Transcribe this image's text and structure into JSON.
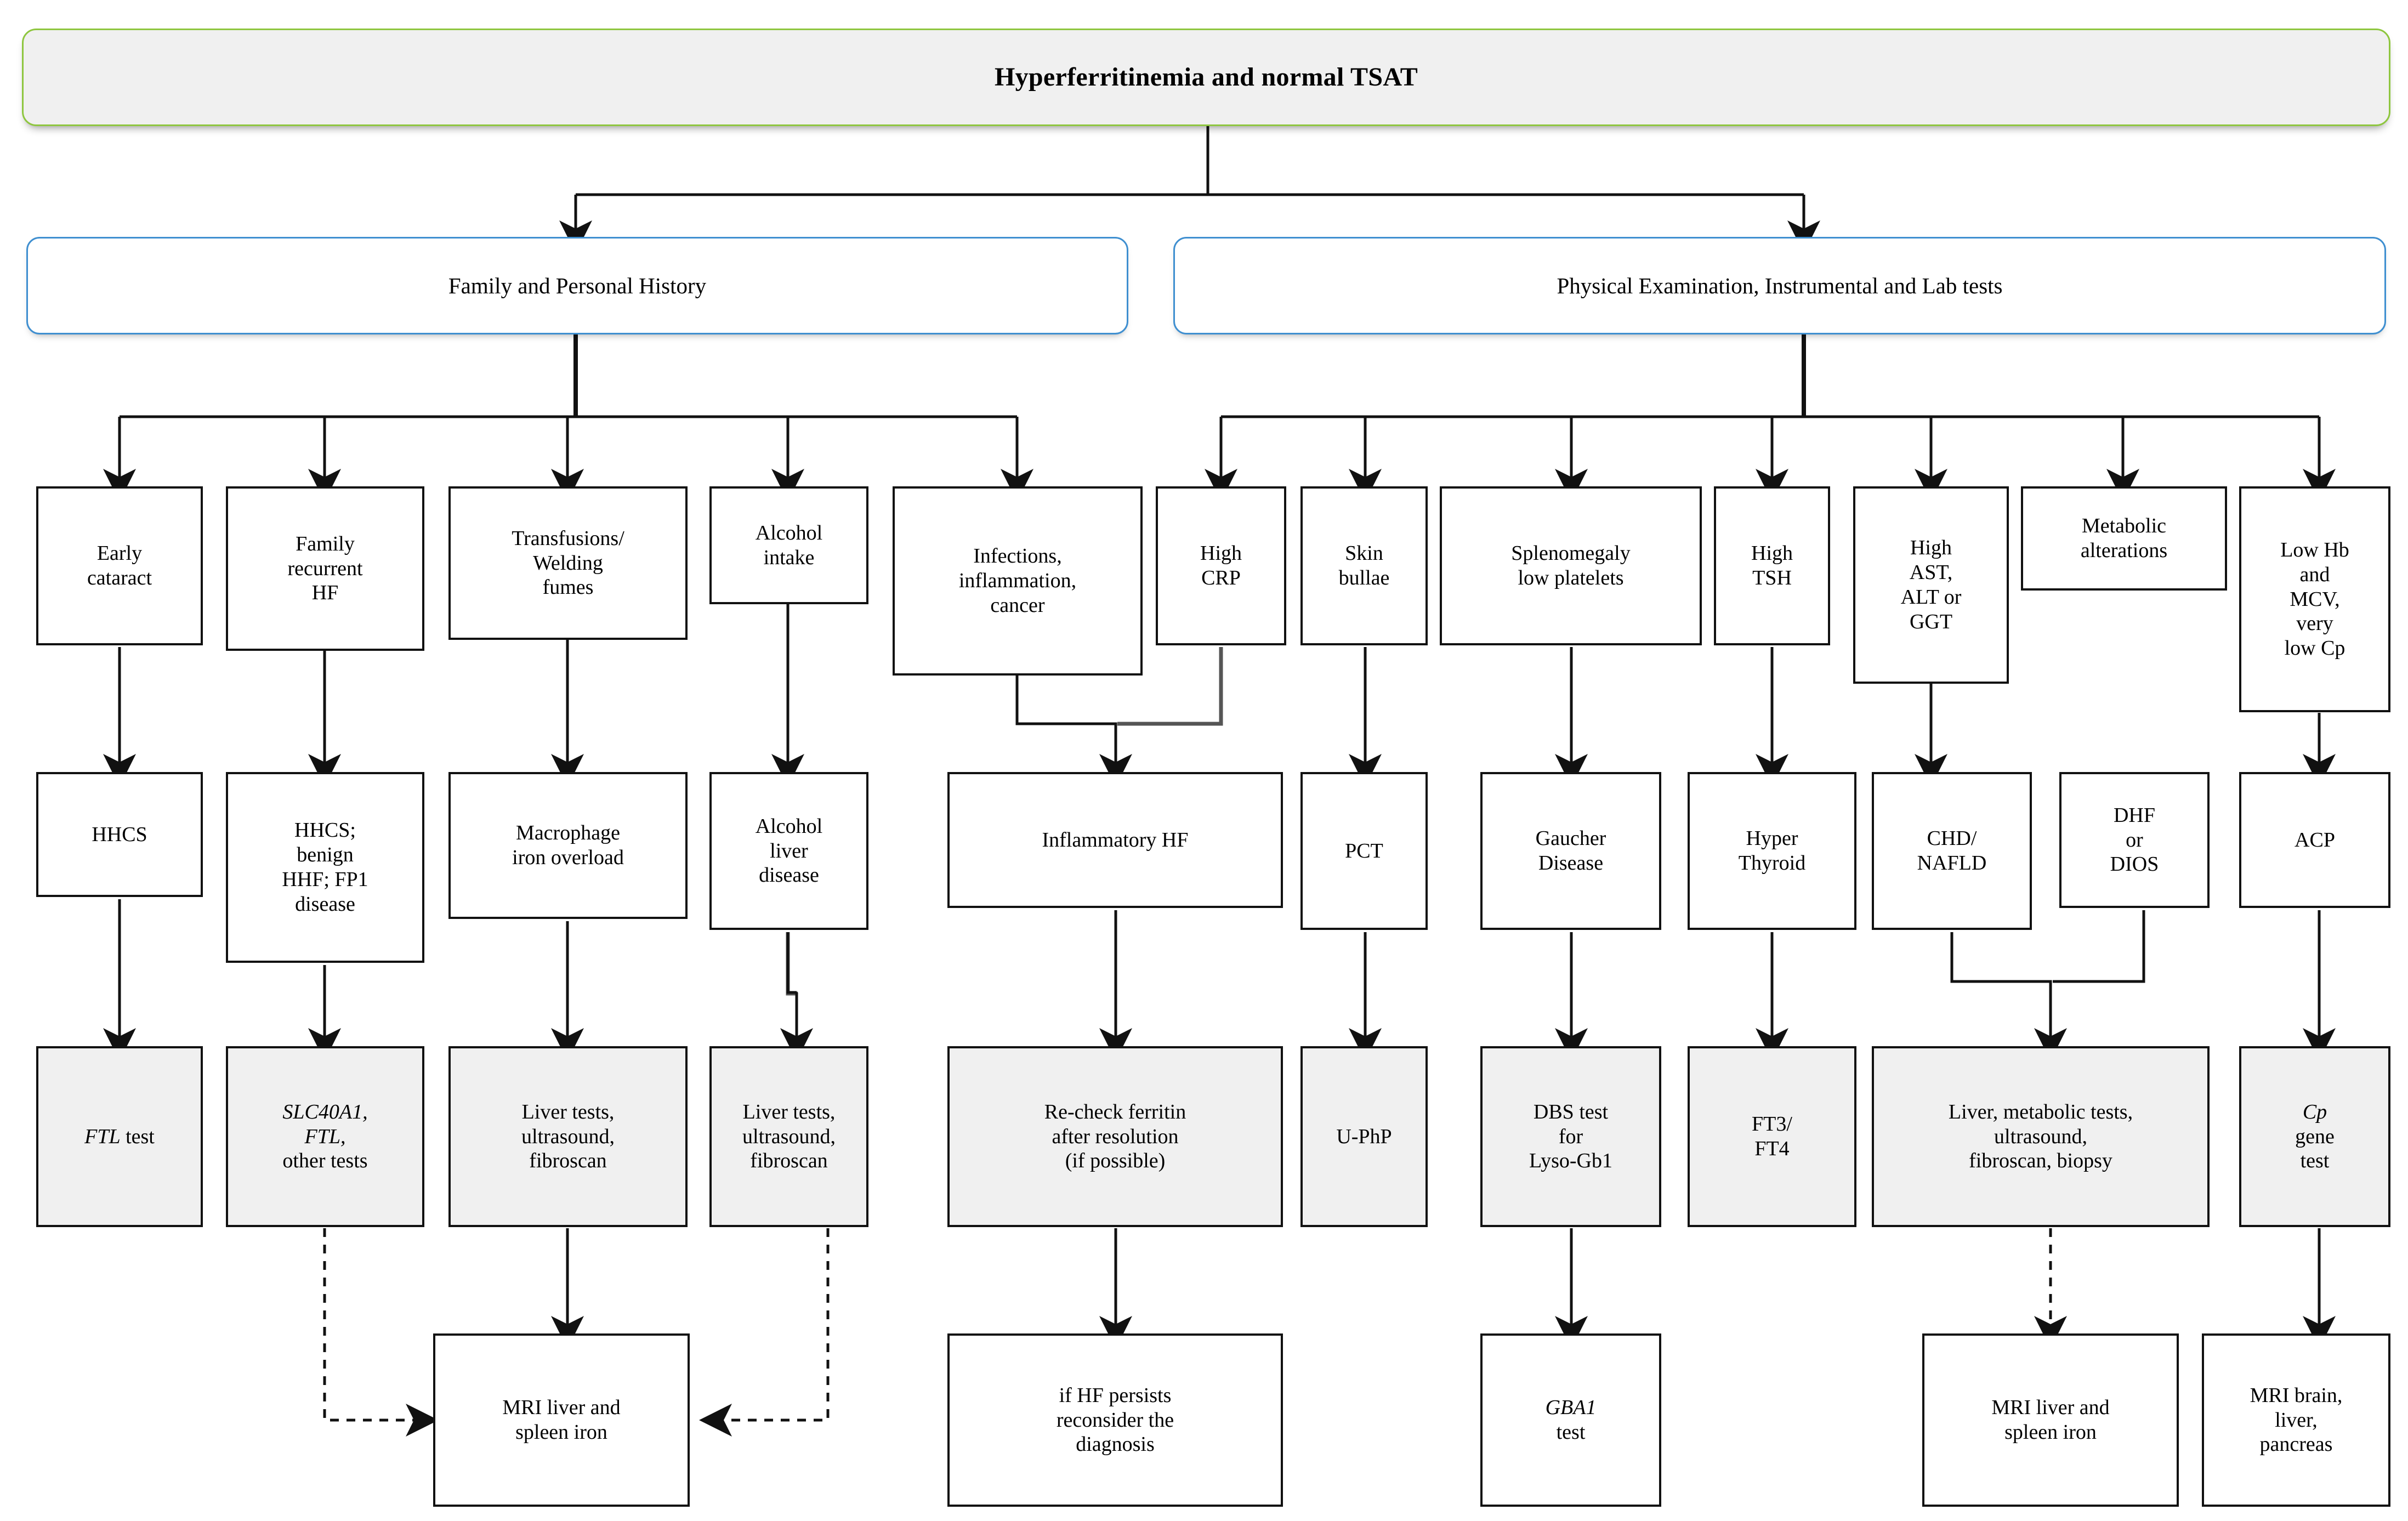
{
  "diagram": {
    "title": "Hyperferritinemia and normal TSAT",
    "colors": {
      "root_border": "#8ec63f",
      "branch_border": "#3f8fd0",
      "node_border": "#111111",
      "shaded_fill": "#f0f0f0",
      "root_fill": "#f0f0f0",
      "plain_fill": "#ffffff"
    },
    "root": {
      "label": "Hyperferritinemia and normal TSAT"
    },
    "branches": [
      {
        "id": "history",
        "label": "Family and Personal History"
      },
      {
        "id": "exam",
        "label": "Physical Examination,  Instrumental and Lab  tests"
      }
    ],
    "findings": [
      {
        "id": "early-cataract",
        "label": "Early\ncataract"
      },
      {
        "id": "family-hf",
        "label": "Family\nrecurrent\nHF"
      },
      {
        "id": "transfusions",
        "label": "Transfusions/\nWelding\nfumes"
      },
      {
        "id": "alcohol-intake",
        "label": "Alcohol\nintake"
      },
      {
        "id": "infections",
        "label": "Infections,\ninflammation,\ncancer"
      },
      {
        "id": "high-crp",
        "label": "High\nCRP"
      },
      {
        "id": "skin-bullae",
        "label": "Skin\nbullae"
      },
      {
        "id": "splenomegaly",
        "label": "Splenomegaly\nlow platelets"
      },
      {
        "id": "high-tsh",
        "label": "High\nTSH"
      },
      {
        "id": "high-ast",
        "label": "High\nAST,\nALT or\nGGT"
      },
      {
        "id": "metabolic",
        "label": "Metabolic\nalterations"
      },
      {
        "id": "low-hb",
        "label": "Low Hb\nand\nMCV,\nvery\nlow Cp"
      }
    ],
    "diagnoses": [
      {
        "id": "hhcs",
        "label": "HHCS"
      },
      {
        "id": "hhcs-benign",
        "label": "HHCS;\nbenign\nHHF; FP1\ndisease"
      },
      {
        "id": "macrophage",
        "label": "Macrophage\niron overload"
      },
      {
        "id": "alcohol-liver",
        "label": "Alcohol\nliver\ndisease"
      },
      {
        "id": "inflammatory",
        "label": "Inflammatory HF"
      },
      {
        "id": "pct",
        "label": "PCT"
      },
      {
        "id": "gaucher",
        "label": "Gaucher\nDisease"
      },
      {
        "id": "hyperthyroid",
        "label": "Hyper\nThyroid"
      },
      {
        "id": "chd-nafld",
        "label": "CHD/\nNAFLD"
      },
      {
        "id": "dhf-dios",
        "label": "DHF\nor\nDIOS"
      },
      {
        "id": "acp",
        "label": "ACP"
      }
    ],
    "tests": [
      {
        "id": "ftl-test",
        "label": "FTL test",
        "italic_prefix": "FTL",
        "rest": " test"
      },
      {
        "id": "slc40a1",
        "label": "SLC40A1,\nFTL,\nother tests",
        "italic_lines": [
          true,
          true,
          false
        ]
      },
      {
        "id": "liver-tests-1",
        "label": "Liver tests,\nultrasound,\nfibroscan"
      },
      {
        "id": "liver-tests-2",
        "label": "Liver tests,\nultrasound,\nfibroscan"
      },
      {
        "id": "recheck",
        "label": "Re-check ferritin\nafter resolution\n(if possible)"
      },
      {
        "id": "u-php",
        "label": "U-PhP"
      },
      {
        "id": "dbs",
        "label": "DBS test\nfor\nLyso-Gb1"
      },
      {
        "id": "ft3-ft4",
        "label": "FT3/\nFT4"
      },
      {
        "id": "liver-metab",
        "label": "Liver, metabolic tests,\nultrasound,\nfibroscan, biopsy"
      },
      {
        "id": "cp-gene",
        "label": "Cp\ngene\ntest",
        "italic_lines": [
          true,
          false,
          false
        ]
      }
    ],
    "outcomes": [
      {
        "id": "mri-liver-spleen-1",
        "label": "MRI liver and\nspleen iron"
      },
      {
        "id": "if-hf-persists",
        "label": "if HF persists\nreconsider the\ndiagnosis"
      },
      {
        "id": "gba1-test",
        "label": "GBA1\ntest",
        "italic_lines": [
          true,
          false
        ]
      },
      {
        "id": "mri-liver-spleen-2",
        "label": "MRI liver and\nspleen iron"
      },
      {
        "id": "mri-brain",
        "label": "MRI brain,\nliver,\npancreas"
      }
    ]
  }
}
